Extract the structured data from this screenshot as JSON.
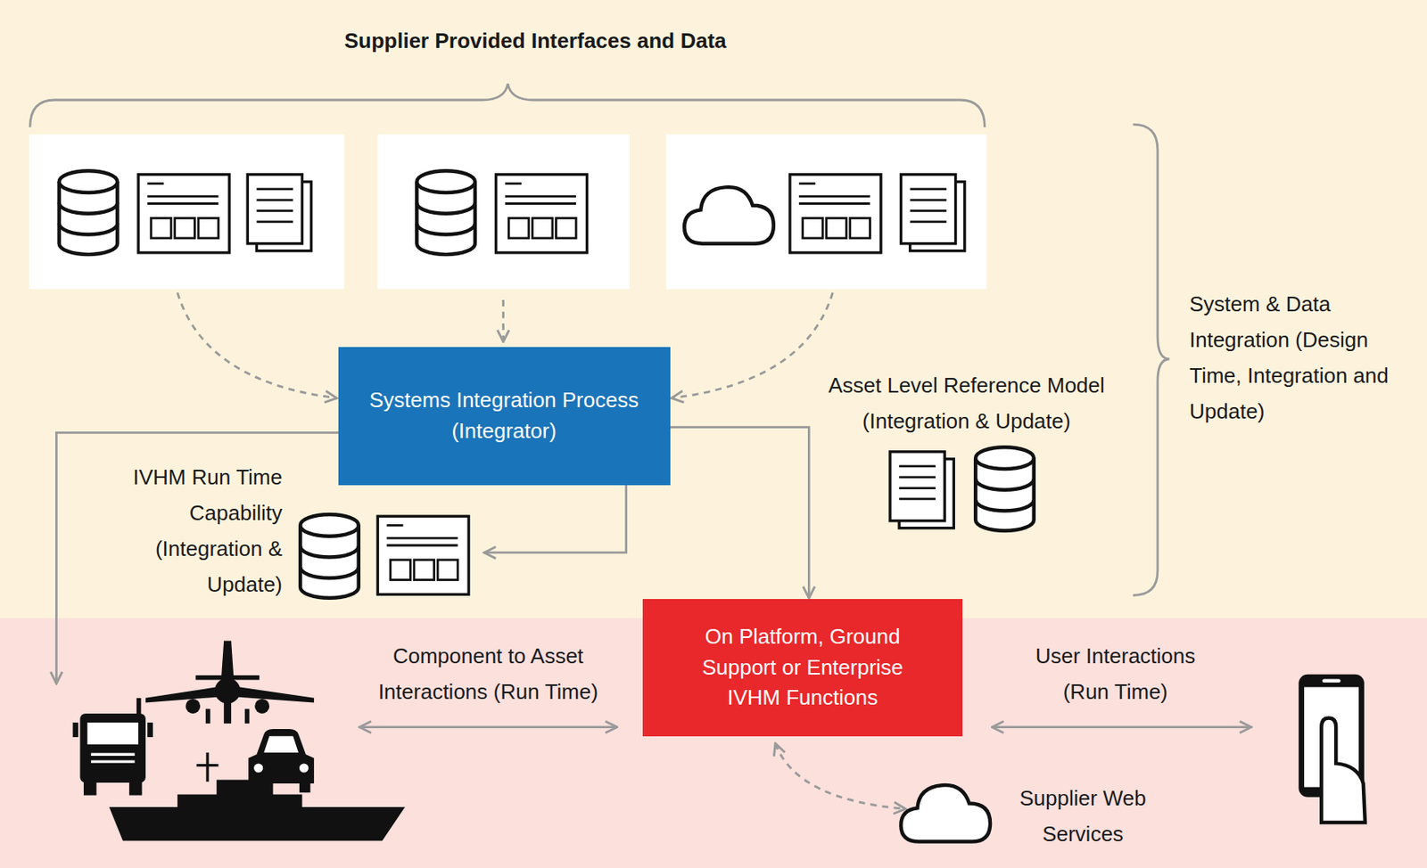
{
  "diagram": {
    "nodes": [
      {
        "text": [
          "Systems Integration Process (Integrator)"
        ]
      },
      {
        "text": [
          "On Platform, Ground Support or Enterprise IVHM Functions"
        ]
      }
    ],
    "edges": [
      {
        "from": 0,
        "to": 1,
        "arrow": "to"
      }
    ],
    "labels": [
      "Supplier Provided Interfaces and Data",
      "IVHM Run Time Capability (Integration & Update)",
      "Asset Level Reference Model (Integration & Update)",
      "System & Data Integration (Design Time, Integration and Update)",
      "Component to Asset Interactions (Run Time)",
      "User Interactions (Run Time)",
      "Supplier Web Services"
    ]
  }
}
